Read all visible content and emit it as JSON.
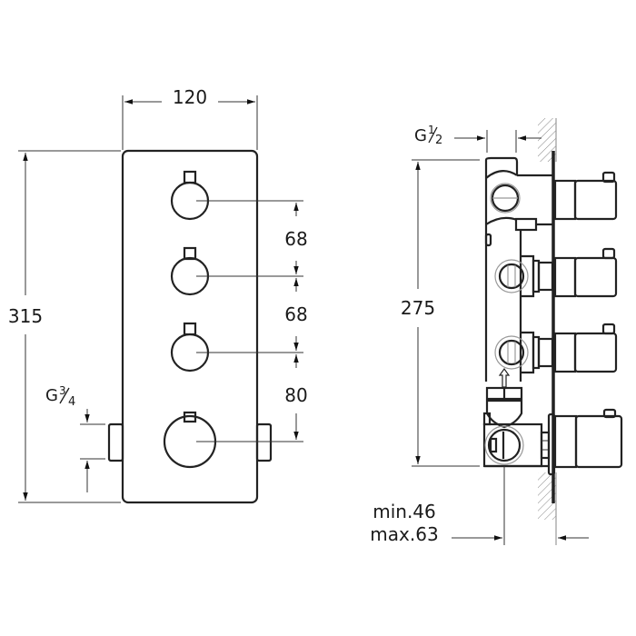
{
  "drawing": {
    "front_view": {
      "width_label": "120",
      "height_label": "315",
      "spacing_1": "68",
      "spacing_2": "68",
      "spacing_3": "80",
      "inlet_thread": {
        "prefix": "G",
        "num": "3",
        "den": "4"
      }
    },
    "side_view": {
      "height_label": "275",
      "outlet_thread": {
        "prefix": "G",
        "num": "1",
        "den": "2"
      },
      "depth_min": "min.46",
      "depth_max": "max.63"
    }
  }
}
